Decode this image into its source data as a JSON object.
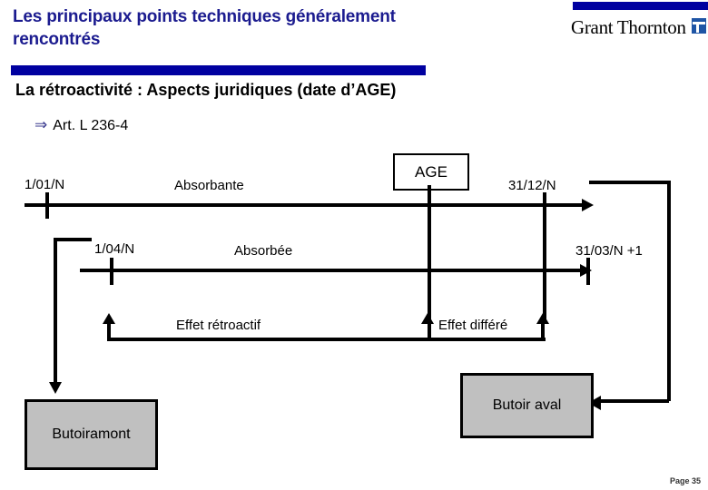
{
  "slide": {
    "title": "Les principaux points techniques généralement rencontrés",
    "subtitle": "La rétroactivité : Aspects juridiques (date d’AGE)",
    "bullet_arrow": "⇒",
    "bullet_text": "Art. L 236-4",
    "page_label": "Page 35",
    "accent_blue": "#0000A0",
    "title_blue": "#1B1B8F",
    "box_gray": "#C0C0C0",
    "line_black": "#000000"
  },
  "logo": {
    "text": "Grant Thornton",
    "mark": "grant-thornton-mark"
  },
  "diagram": {
    "timeline_absorbante": {
      "start_label": "1/01/N",
      "name_label": "Absorbante",
      "end_label": "31/12/N"
    },
    "timeline_absorbee": {
      "start_label": "1/04/N",
      "name_label": "Absorbée",
      "end_label": "31/03/N +1"
    },
    "age_box": "AGE",
    "bracket_retroactif": "Effet rétroactif",
    "bracket_differe": "Effet différé",
    "box_amont": "Butoir\namont",
    "box_amont_line1": "Butoir",
    "box_amont_line2": "amont",
    "box_aval": "Butoir aval"
  }
}
